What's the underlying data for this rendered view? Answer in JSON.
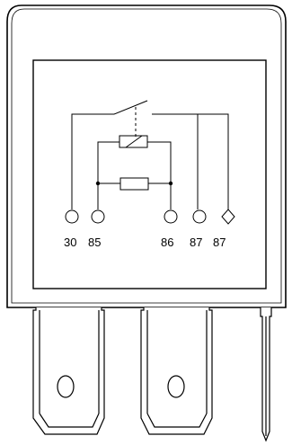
{
  "pins": [
    {
      "label": "30"
    },
    {
      "label": "85"
    },
    {
      "label": "86"
    },
    {
      "label": "87"
    },
    {
      "label": "87"
    }
  ],
  "colors": {
    "stroke": "#000000",
    "background": "#ffffff"
  }
}
